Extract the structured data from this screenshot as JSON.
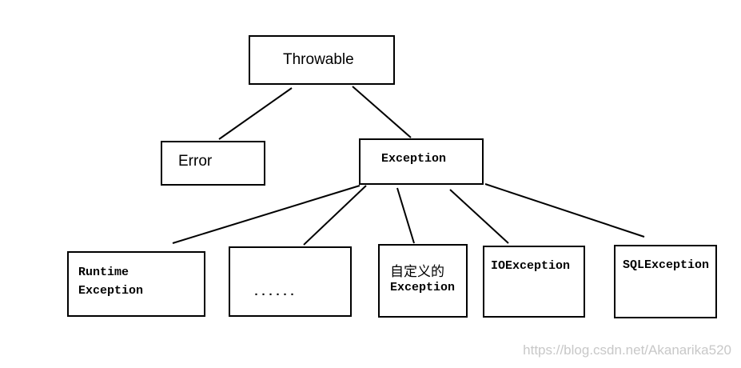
{
  "diagram": {
    "root": "Throwable",
    "error": "Error",
    "exception": "Exception",
    "children": {
      "runtime_line1": "Runtime",
      "runtime_line2": "Exception",
      "ellipsis": "......",
      "custom_line1": "自定义的",
      "custom_line2": "Exception",
      "io": "IOException",
      "sql": "SQLException"
    }
  },
  "watermark": "https://blog.csdn.net/Akanarika520"
}
